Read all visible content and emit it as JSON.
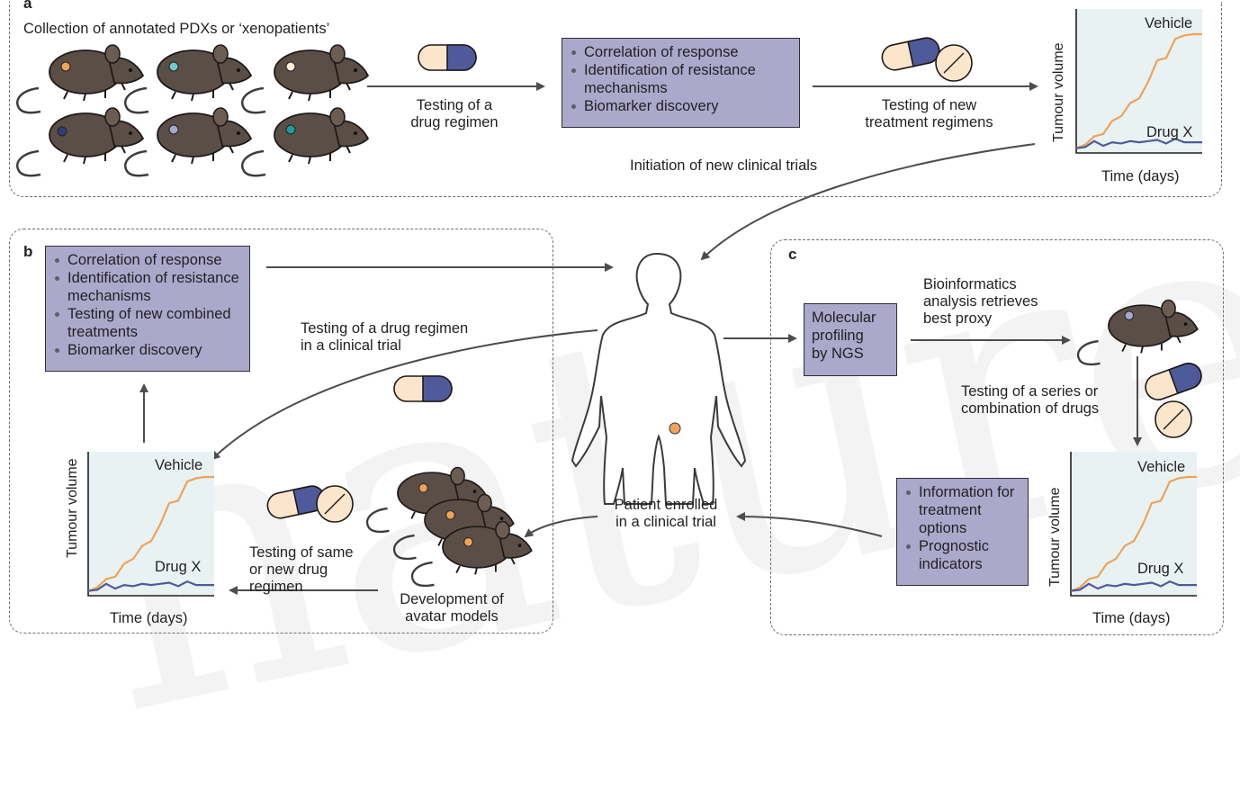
{
  "panel_a": {
    "letter": "a",
    "collection_label": "Collection of annotated PDXs or ‘xenopatients’",
    "testing_drug": [
      "Testing of a",
      "drug regimen"
    ],
    "box_items": [
      "Correlation of response",
      "Identification of resistance mechanisms",
      "Biomarker discovery"
    ],
    "testing_new": [
      "Testing of new",
      "treatment regimens"
    ],
    "initiation": "Initiation of new clinical trials",
    "chart": {
      "ylabel": "Tumour volume",
      "xlabel": "Time (days)",
      "vehicle": "Vehicle",
      "drug": "Drug X"
    }
  },
  "panel_b": {
    "letter": "b",
    "box_items": [
      "Correlation of response",
      "Identification of resistance mechanisms",
      "Testing of new combined treatments",
      "Biomarker discovery"
    ],
    "clinical_trial_test": [
      "Testing of a drug regimen",
      "in a clinical trial"
    ],
    "testing_same": [
      "Testing of same",
      "or new drug",
      "regimen"
    ],
    "development": [
      "Development of",
      "avatar models"
    ],
    "chart": {
      "ylabel": "Tumour volume",
      "xlabel": "Time (days)",
      "vehicle": "Vehicle",
      "drug": "Drug X"
    }
  },
  "center": {
    "patient_enrolled": [
      "Patient enrolled",
      "in a clinical trial"
    ]
  },
  "panel_c": {
    "letter": "c",
    "molecular": [
      "Molecular",
      "profiling",
      "by NGS"
    ],
    "bioinformatics": [
      "Bioinformatics",
      "analysis retrieves",
      "best proxy"
    ],
    "testing_series": [
      "Testing of a series or",
      "combination of drugs"
    ],
    "box_items": [
      "Information for treatment options",
      "Prognostic indicators"
    ],
    "chart": {
      "ylabel": "Tumour volume",
      "xlabel": "Time (days)",
      "vehicle": "Vehicle",
      "drug": "Drug X"
    }
  },
  "chart_data": [
    {
      "type": "line",
      "x": [
        0,
        1,
        2,
        3,
        4,
        5,
        6,
        7,
        8,
        9,
        10,
        11,
        12,
        13,
        14
      ],
      "series": [
        {
          "name": "Vehicle",
          "values": [
            4,
            7,
            14,
            16,
            27,
            31,
            42,
            46,
            60,
            78,
            80,
            96,
            99,
            100,
            100
          ],
          "color": "#f0a257"
        },
        {
          "name": "Drug X",
          "values": [
            4,
            5,
            10,
            6,
            9,
            8,
            10,
            9,
            10,
            11,
            8,
            12,
            9,
            9,
            9
          ],
          "color": "#4f5a9a"
        }
      ],
      "xlabel": "Time (days)",
      "ylabel": "Tumour volume"
    }
  ],
  "colors": {
    "box_fill": "#aaa9cc",
    "mouse": "#5a4e46",
    "pill_blue": "#4f5a9a",
    "pill_cream": "#fbe6cc",
    "tumour_dot": "#f0a257",
    "vehicle_line": "#f0a257",
    "drug_line": "#4f5a9a"
  },
  "tumour_dot_colors": [
    "#f0a257",
    "#6fc7cf",
    "#fbf0dc",
    "#2f3e7a",
    "#a7a6d2",
    "#1f9aa4"
  ]
}
